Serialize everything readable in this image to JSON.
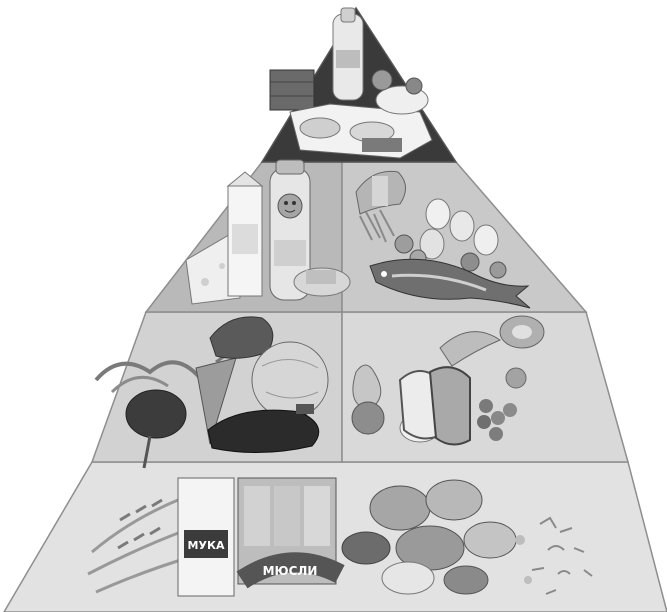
{
  "image": {
    "kind": "food-pyramid-photo-collage",
    "colors": {
      "background": "#ffffff",
      "tier_top": "#3a3a3a",
      "tier_dairy": "#b9b9b9",
      "tier_protein": "#c9c9c9",
      "tier_veg": "#d2d2d2",
      "tier_fruit": "#d9d9d9",
      "tier_grain": "#e2e2e2",
      "divider": "#8e8e8e"
    }
  },
  "tiers": [
    {
      "name": "fats-and-sweets",
      "items": [
        "bottle-oil-icon",
        "chocolate-icon",
        "cookies-icon",
        "candy-icon"
      ]
    },
    {
      "name": "dairy",
      "items": [
        "milk-carton-icon",
        "yogurt-bottle-icon",
        "cheese-icon"
      ]
    },
    {
      "name": "meat-fish-eggs-nuts",
      "items": [
        "sausage-icon",
        "fish-icon",
        "eggs-icon",
        "nuts-icon"
      ]
    },
    {
      "name": "vegetables",
      "items": [
        "beet-icon",
        "carrot-icon",
        "cabbage-icon",
        "eggplant-icon"
      ]
    },
    {
      "name": "fruits",
      "items": [
        "apple-icon",
        "melon-icon",
        "grapes-icon",
        "pear-icon"
      ]
    },
    {
      "name": "grains",
      "items": [
        "wheat-icon",
        "flour-bag-icon",
        "muesli-box-icon",
        "bread-icon",
        "pasta-icon"
      ]
    }
  ],
  "labels": {
    "flour_bag": "МУКА",
    "muesli": "МЮСЛИ"
  }
}
